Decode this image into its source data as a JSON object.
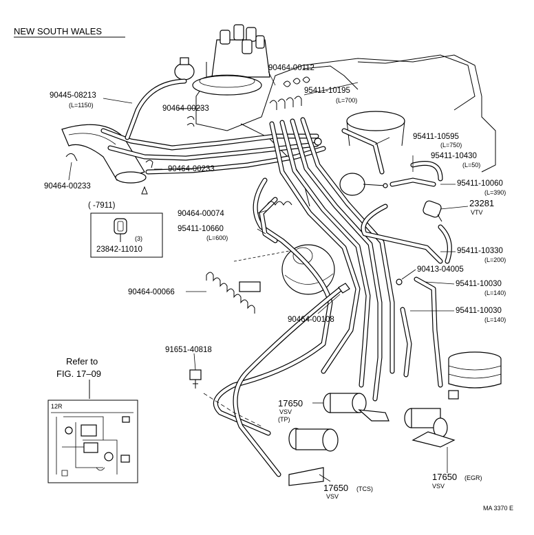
{
  "header": {
    "title": "NEW SOUTH WALES"
  },
  "refer": {
    "line1": "Refer to",
    "line2": "FIG. 17–09",
    "inset_tag": "12R"
  },
  "footer": {
    "code": "MA 3370 E"
  },
  "labels": [
    {
      "id": "p90464_00112",
      "text": "90464-00112"
    },
    {
      "id": "p90445_08213",
      "text": "90445-08213",
      "sub": "(L=1150)"
    },
    {
      "id": "p95411_10195",
      "text": "95411-10195",
      "sub": "(L=700)"
    },
    {
      "id": "p90464_00233a",
      "text": "90464-00233"
    },
    {
      "id": "p95411_10595",
      "text": "95411-10595",
      "sub": "(L=750)"
    },
    {
      "id": "p95411_10430",
      "text": "95411-10430",
      "sub": "(L=50)"
    },
    {
      "id": "p90464_00233b",
      "text": "90464-00233"
    },
    {
      "id": "p90464_00233c",
      "text": "90464-00233"
    },
    {
      "id": "p95411_10060",
      "text": "95411-10060",
      "sub": "(L=390)"
    },
    {
      "id": "p23281",
      "text": "23281",
      "sub": "VTV"
    },
    {
      "id": "p90464_00074",
      "text": "90464-00074"
    },
    {
      "id": "p95411_10660",
      "text": "95411-10660",
      "sub": "(L=600)"
    },
    {
      "id": "p95411_10330",
      "text": "95411-10330",
      "sub": "(L=200)"
    },
    {
      "id": "p90413_04005",
      "text": "90413-04005"
    },
    {
      "id": "p95411_10030a",
      "text": "95411-10030",
      "sub": "(L=140)"
    },
    {
      "id": "p90464_00066",
      "text": "90464-00066"
    },
    {
      "id": "p95411_10030b",
      "text": "95411-10030",
      "sub": "(L=140)"
    },
    {
      "id": "p90464_00108",
      "text": "90464-00108"
    },
    {
      "id": "p91651_40818",
      "text": "91651-40818"
    },
    {
      "id": "p17650_tp",
      "text": "17650",
      "sub": "VSV",
      "sub2": "(TP)"
    },
    {
      "id": "p17650_tcs",
      "text": "17650",
      "tag": "(TCS)",
      "sub": "VSV"
    },
    {
      "id": "p17650_egr",
      "text": "17650",
      "tag": "(EGR)",
      "sub": "VSV"
    }
  ],
  "bracket": {
    "range": "(        -7911)",
    "qty": "(3)",
    "part": "23842-11010"
  },
  "icons": [
    "distributor-icon",
    "vacuum-sensor-icon",
    "vtv-icon",
    "vsv-icon",
    "clamp-icon",
    "hose-clip-icon",
    "connector-icon"
  ]
}
